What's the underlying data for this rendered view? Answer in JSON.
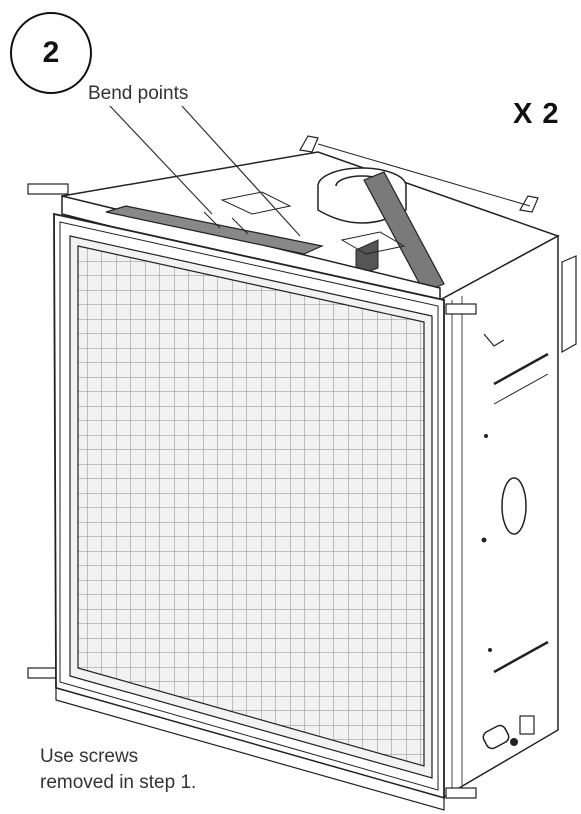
{
  "step": {
    "number": "2"
  },
  "callout": {
    "label": "Bend points"
  },
  "quantity": {
    "label": "X 2"
  },
  "note": {
    "line1": "Use screws",
    "line2": "removed in step 1."
  }
}
